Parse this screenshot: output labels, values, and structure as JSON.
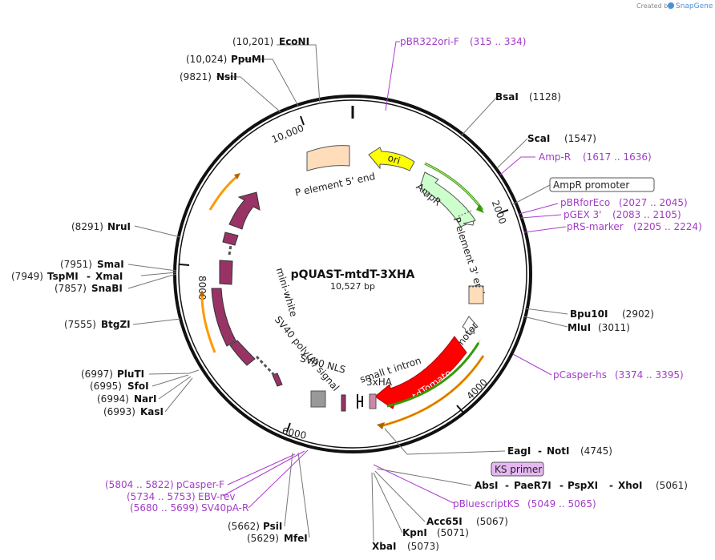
{
  "header": {
    "credit": "Created by",
    "brand": "SnapGene"
  },
  "plasmid": {
    "name": "pQUAST-mtdT-3XHA",
    "length": "10,527 bp"
  },
  "ticks": {
    "t2000": "2000",
    "t4000": "4000",
    "t6000": "6000",
    "t8000": "8000",
    "t10000": "10,000"
  },
  "enzymes": {
    "econi": {
      "pos": "(10,201)",
      "name": "EcoNI"
    },
    "ppumi": {
      "pos": "(10,024)",
      "name": "PpuMI"
    },
    "nsii": {
      "pos": "(9821)",
      "name": "NsiI"
    },
    "bsai": {
      "name": "BsaI",
      "pos": "(1128)"
    },
    "scai": {
      "name": "ScaI",
      "pos": "(1547)"
    },
    "nrui": {
      "pos": "(8291)",
      "name": "NruI"
    },
    "smai": {
      "pos": "(7951)",
      "name": "SmaI"
    },
    "tspmi": {
      "pos": "(7949)",
      "name": "TspMI",
      "name2": "XmaI"
    },
    "snabi": {
      "pos": "(7857)",
      "name": "SnaBI"
    },
    "btgzi": {
      "pos": "(7555)",
      "name": "BtgZI"
    },
    "bpu10i": {
      "name": "Bpu10I",
      "pos": "(2902)"
    },
    "mlui": {
      "name": "MluI",
      "pos": "(3011)"
    },
    "plutI": {
      "pos": "(6997)",
      "name": "PluTI"
    },
    "sfoi": {
      "pos": "(6995)",
      "name": "SfoI"
    },
    "nari": {
      "pos": "(6994)",
      "name": "NarI"
    },
    "kasi": {
      "pos": "(6993)",
      "name": "KasI"
    },
    "eagi": {
      "name": "EagI",
      "name2": "NotI",
      "pos": "(4745)"
    },
    "absi": {
      "name": "AbsI",
      "name2": "PaeR7I",
      "name3": "PspXI",
      "name4": "XhoI",
      "pos": "(5061)"
    },
    "acc65i": {
      "name": "Acc65I",
      "pos": "(5067)"
    },
    "kpni": {
      "name": "KpnI",
      "pos": "(5071)"
    },
    "xbai": {
      "name": "XbaI",
      "pos": "(5073)"
    },
    "psii": {
      "pos": "(5662)",
      "name": "PsiI"
    },
    "mfei": {
      "pos": "(5629)",
      "name": "MfeI"
    }
  },
  "primers": {
    "pbr322": {
      "name": "pBR322ori-F",
      "range": "(315 .. 334)"
    },
    "ampr": {
      "name": "Amp-R",
      "range": "(1617 .. 1636)"
    },
    "pbrforeco": {
      "name": "pBRforEco",
      "range": "(2027 .. 2045)"
    },
    "pgex3": {
      "name": "pGEX 3'",
      "range": "(2083 .. 2105)"
    },
    "prs": {
      "name": "pRS-marker",
      "range": "(2205 .. 2224)"
    },
    "pcasperhs": {
      "name": "pCasper-hs",
      "range": "(3374 .. 3395)"
    },
    "pbluescript": {
      "name": "pBluescriptKS",
      "range": "(5049 .. 5065)"
    },
    "pcasperf": {
      "range": "(5804 .. 5822)",
      "name": "pCasper-F"
    },
    "ebvrev": {
      "range": "(5734 .. 5753)",
      "name": "EBV-rev"
    },
    "sv40pa": {
      "range": "(5680 .. 5699)",
      "name": "SV40pA-R"
    }
  },
  "boxed_labels": {
    "ampr_promoter": "AmpR promoter",
    "ks_primer": "KS primer"
  },
  "features": {
    "ori": "ori",
    "ampr": "AmpR",
    "p5": "P element 5' end",
    "p3": "P element 3' end",
    "hsp70": "hsp70 promoter",
    "tdtomato": "tdTomato",
    "small_t": "small t intron",
    "xha": "3xHA",
    "sv40nls": "SV40 NLS",
    "sv40polya": "SV40 poly(A) signal",
    "miniwhite": "mini-white"
  },
  "colors": {
    "ori": "#ffff00",
    "ampr": "#ccffcc",
    "p_element": "#ffddbb",
    "tdtomato": "#ff0000",
    "miniwhite": "#993366",
    "primer": "#b03bd1",
    "green_arc": "#339900",
    "orange_arc": "#ff9900",
    "nls": "#999999"
  }
}
